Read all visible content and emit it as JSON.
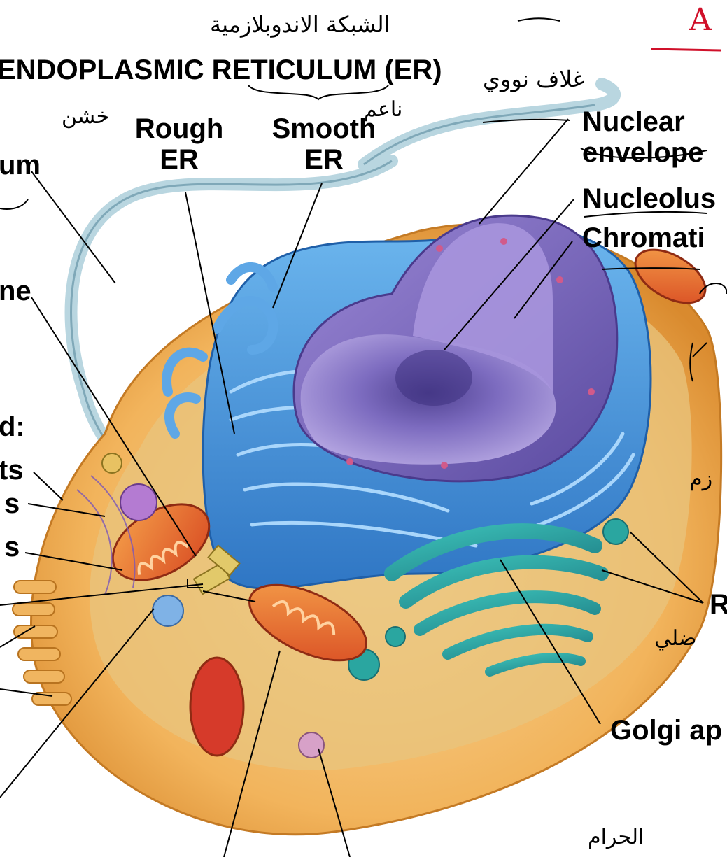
{
  "title": "ENDOPLASMIC RETICULUM (ER)",
  "labels": {
    "rough_er": [
      "Rough",
      "ER"
    ],
    "smooth_er": [
      "Smooth",
      "ER"
    ],
    "nuclear_envelope": [
      "Nuclear",
      "envelope"
    ],
    "nucleolus": "Nucleolus",
    "chromatin": "Chromati",
    "flagellum_fragment": "um",
    "centrosome_fragment": "ne",
    "cytoskeleton_fragment": "d:",
    "microfilaments_fragment": "ts",
    "intermediate_filaments_fragment": "s",
    "microtubules_fragment": "s",
    "ribosomes_fragment": "R",
    "golgi": "Golgi ap"
  },
  "handwriting": {
    "top_arabic": "الشبكة الاندوبلازمية",
    "top_red_letter": "A",
    "rough_note": "خشن",
    "smooth_note": "ناعم",
    "nuclear_note": "غلاف نووي",
    "right_note_1": "زم",
    "right_note_2": "ضلي",
    "bottom_note": "الحرام"
  },
  "colors": {
    "cell_outer": "#f2b45c",
    "cytoplasm": "#e6c27a",
    "er_blue": "#3d8fd6",
    "er_light": "#6cb6ee",
    "nucleus_purple": "#8a74c4",
    "nucleus_dark": "#6b55aa",
    "golgi_teal": "#2aa6a0",
    "mito_orange": "#e8662a",
    "mito_red": "#c8322a",
    "membrane_strand": "#a9c9d6",
    "pen_red": "#d0102a"
  }
}
